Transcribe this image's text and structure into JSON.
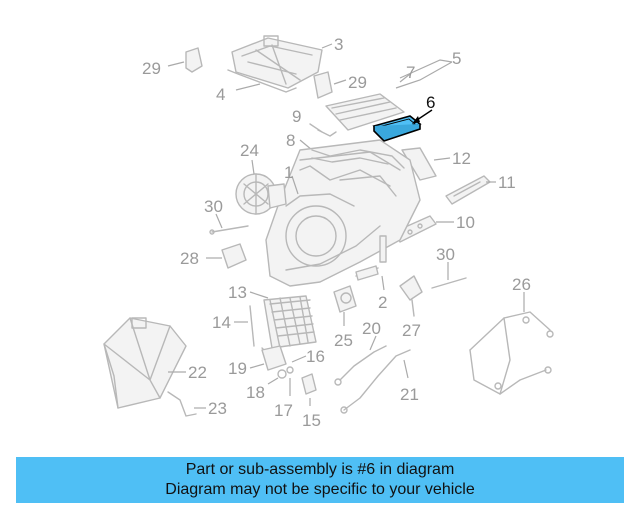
{
  "diagram": {
    "highlight_color": "#4fbff5",
    "labels": {
      "l1": "1",
      "l2": "2",
      "l3": "3",
      "l4": "4",
      "l5": "5",
      "l6": "6",
      "l7": "7",
      "l8": "8",
      "l9": "9",
      "l10": "10",
      "l11": "11",
      "l12": "12",
      "l13": "13",
      "l14": "14",
      "l15": "15",
      "l16": "16",
      "l17": "17",
      "l18": "18",
      "l19": "19",
      "l20": "20",
      "l21": "21",
      "l22": "22",
      "l23": "23",
      "l24": "24",
      "l25": "25",
      "l26": "26",
      "l27": "27",
      "l28": "28",
      "l29a": "29",
      "l29b": "29",
      "l30a": "30",
      "l30b": "30"
    }
  },
  "banner": {
    "line1": "Part or sub-assembly is #6 in diagram",
    "line2": "Diagram may not be specific to your vehicle",
    "background": "#4fbff5"
  }
}
